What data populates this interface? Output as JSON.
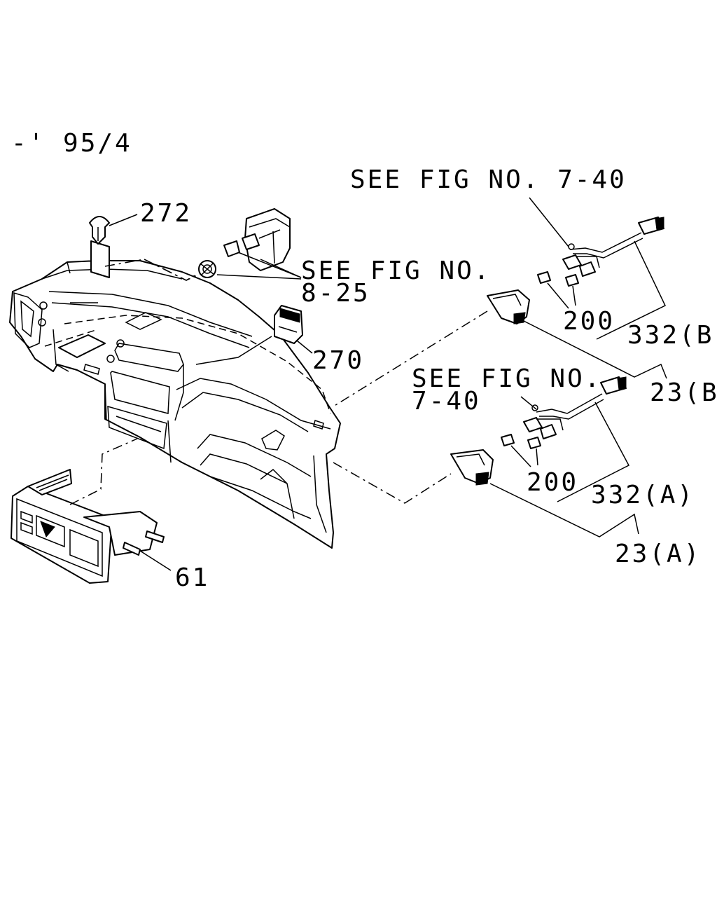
{
  "header": {
    "date_code": "-' 95/4"
  },
  "callouts": {
    "see_fig_7_40_top": "SEE FIG NO. 7-40",
    "see_fig_8_25_line1": "SEE FIG NO.",
    "see_fig_8_25_line2": "8-25",
    "see_fig_7_40_mid_line1": "SEE FIG NO.",
    "see_fig_7_40_mid_line2": "7-40"
  },
  "parts": {
    "p272": "272",
    "p270": "270",
    "p61": "61",
    "p200_b": "200",
    "p332_b": "332(B)",
    "p23_b": "23(B)",
    "p200_a": "200",
    "p332_a": "332(A)",
    "p23_a": "23(A)"
  }
}
